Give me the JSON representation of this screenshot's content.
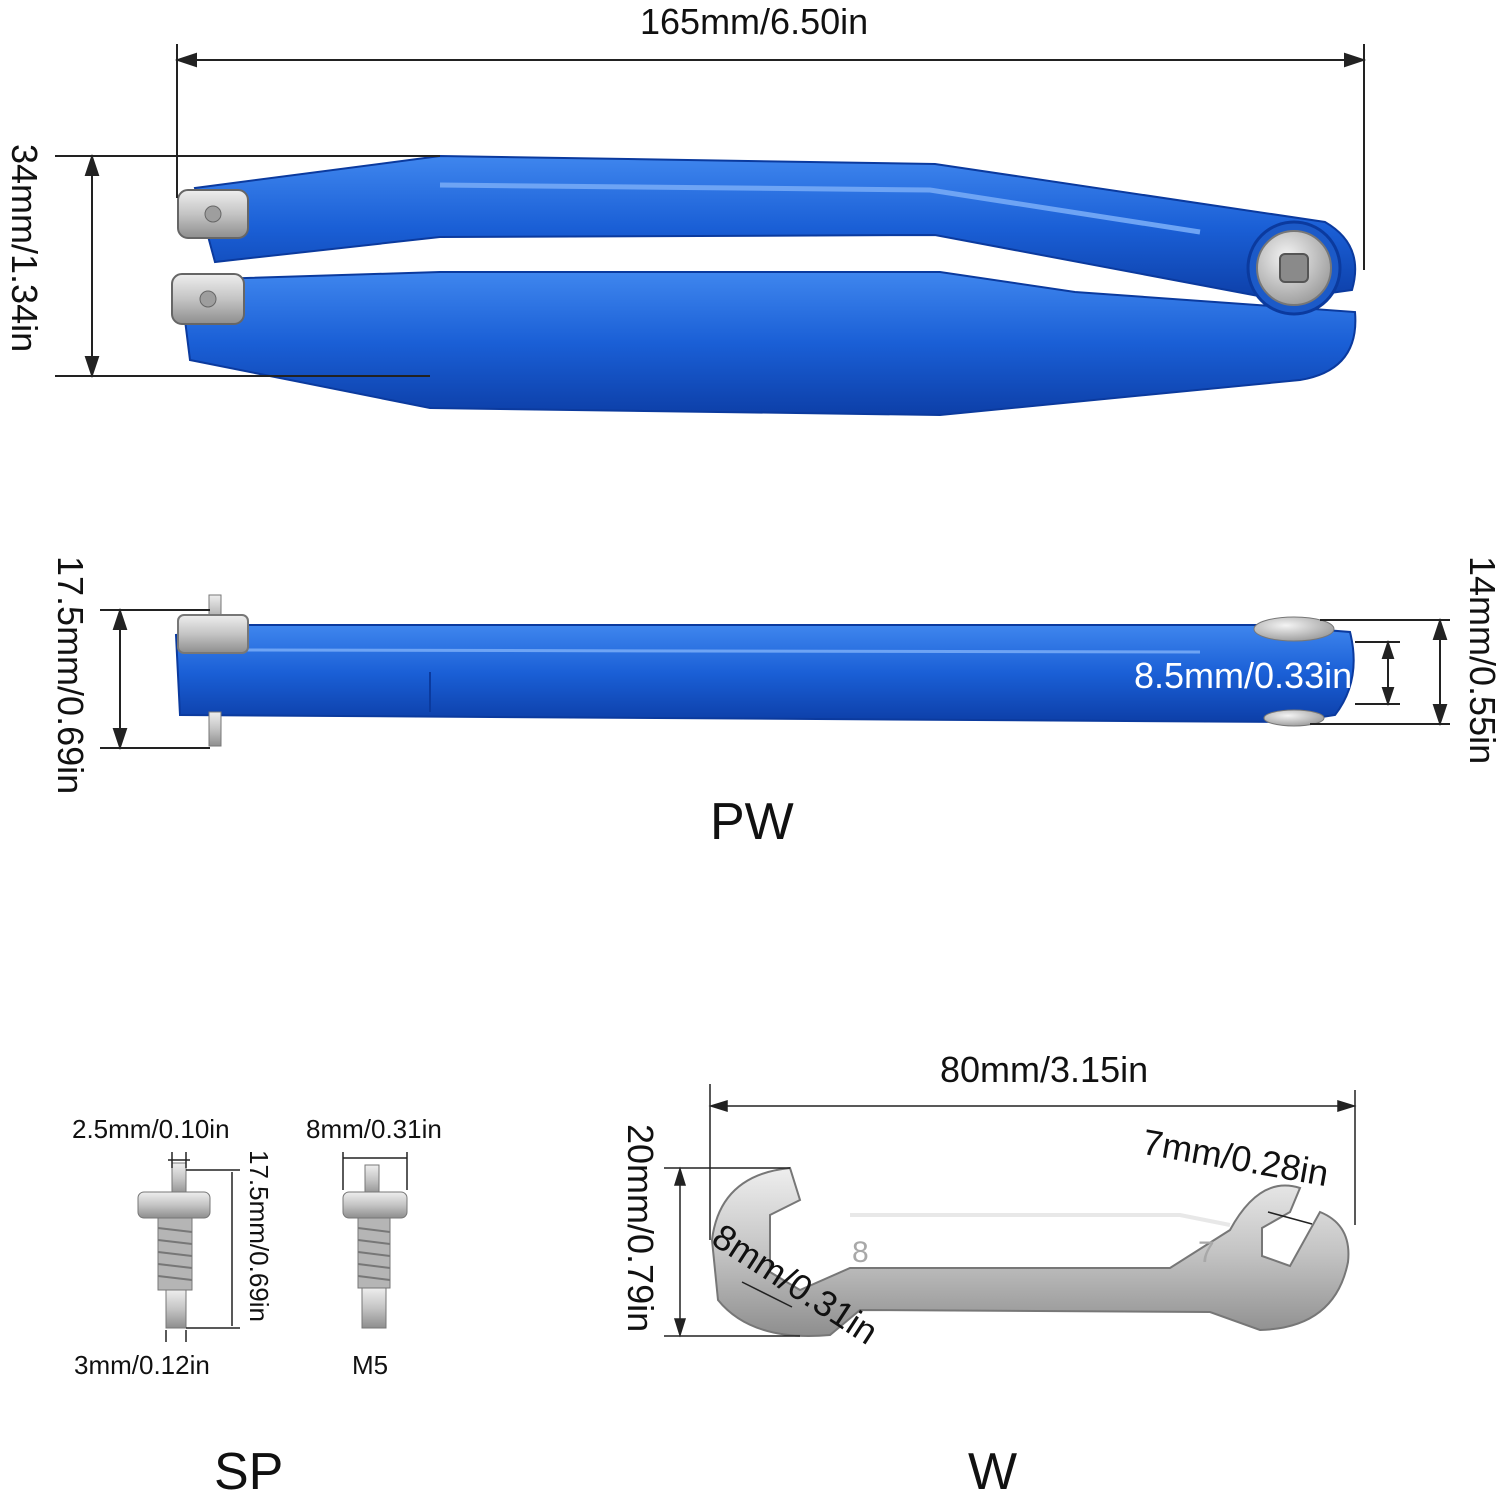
{
  "pw": {
    "name": "PW",
    "total_length": "165mm/6.50in",
    "open_width": "34mm/1.34in",
    "side_pin_height": "17.5mm/0.69in",
    "side_end_height": "14mm/0.55in",
    "bolt_thickness": "8.5mm/0.33in"
  },
  "sp": {
    "name": "SP",
    "pin_tip_diameter": "2.5mm/0.10in",
    "pin_length": "17.5mm/0.69in",
    "pin_base_diameter": "3mm/0.12in",
    "head_width": "8mm/0.31in",
    "thread": "M5"
  },
  "w": {
    "name": "W",
    "length": "80mm/3.15in",
    "width": "20mm/0.79in",
    "small_jaw": "7mm/0.28in",
    "large_jaw": "8mm/0.31in",
    "stamp_large": "8",
    "stamp_small": "7"
  },
  "colors": {
    "wrench_blue": "#1a5fd6",
    "wrench_blue_dark": "#0d3fa8",
    "steel": "#c8c8c8",
    "dimension_line": "#222222"
  }
}
